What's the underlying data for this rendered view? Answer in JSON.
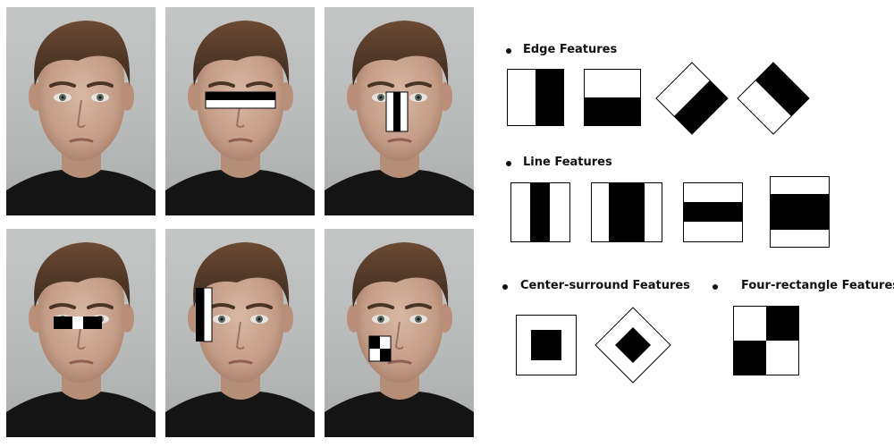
{
  "sections": {
    "edge": "Edge Features",
    "line": "Line Features",
    "center": "Center-surround Features",
    "four": "Four-rectangle Features"
  }
}
